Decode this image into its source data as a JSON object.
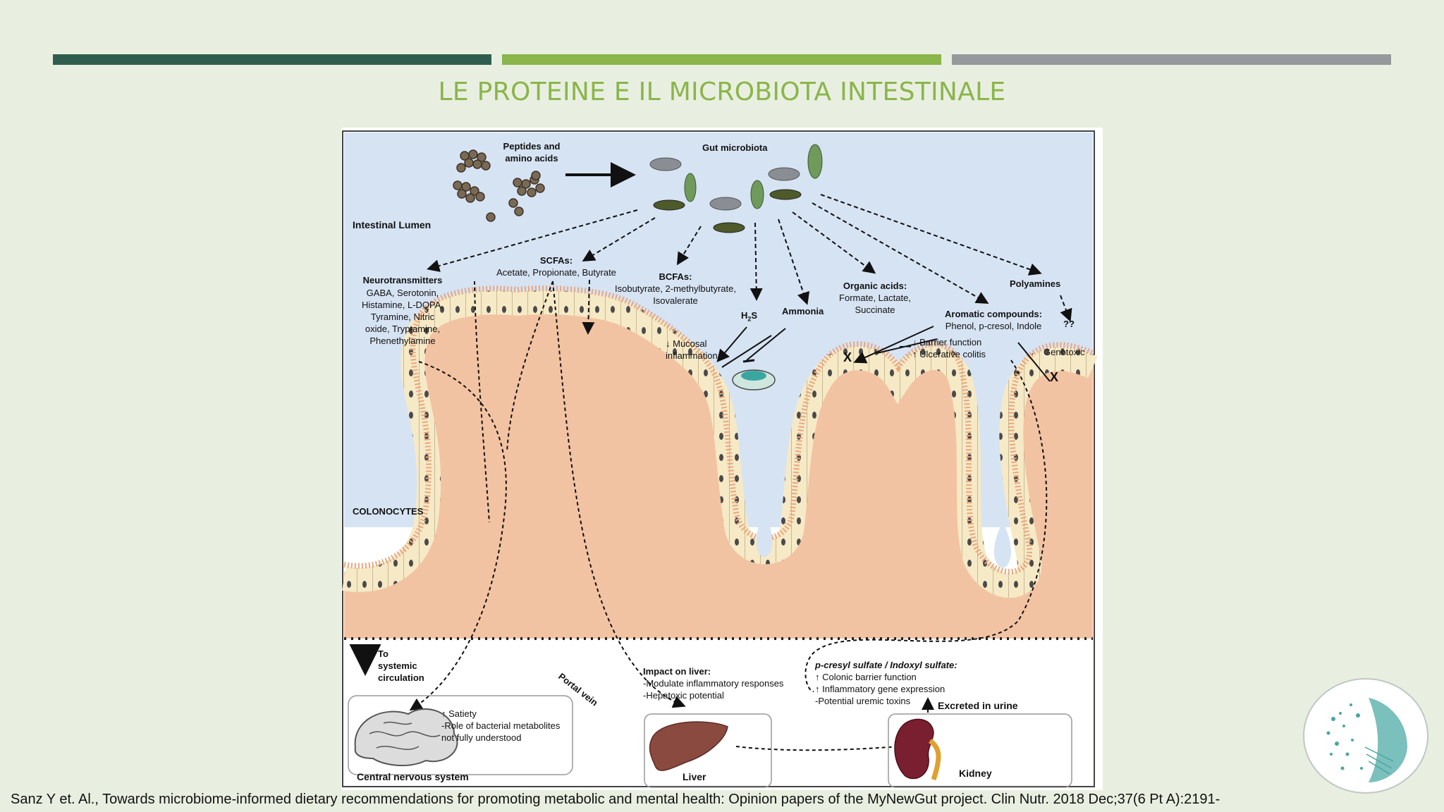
{
  "slide": {
    "title": "LE PROTEINE E IL MICROBIOTA INTESTINALE",
    "citation": "Sanz Y et. Al., Towards microbiome-informed dietary recommendations for promoting metabolic and mental health: Opinion papers of the MyNewGut project. Clin Nutr. 2018 Dec;37(6 Pt A):2191-",
    "accent_colors": {
      "dark_green": "#2f5e4e",
      "light_green": "#8ab54a",
      "grey": "#96999c"
    }
  },
  "figure": {
    "peptides_label": "Peptides and\namino acids",
    "gut_microbiota": "Gut microbiota",
    "intestinal_lumen": "Intestinal Lumen",
    "colonocytes": "COLONOCYTES",
    "neurotransmitters": {
      "title": "Neurotransmitters",
      "items": "GABA, Serotonin,\nHistamine, L-DOPA,\nTyramine, Nitric\noxide, Tryptamine,\nPhenethylamine"
    },
    "scfas": {
      "title": "SCFAs:",
      "items": "Acetate, Propionate, Butyrate"
    },
    "bcfas": {
      "title": "BCFAs:",
      "items": "Isobutyrate, 2-methylbutyrate,\nIsovalerate"
    },
    "h2s": {
      "main": "H",
      "sub": "2",
      "tail": "S"
    },
    "ammonia": "Ammonia",
    "organic_acids": {
      "title": "Organic acids:",
      "items": "Formate, Lactate,\nSuccinate"
    },
    "polyamines": "Polyamines",
    "aromatic": {
      "title": "Aromatic compounds:",
      "items": "Phenol, p-cresol, Indole"
    },
    "question_marks": "??",
    "mucosal": "↓ Mucosal\ninflammation",
    "barrier": "↓ Barrier function\n↑ Ulcerative colitis",
    "genotoxic": "Genotoxic",
    "to_systemic": "To\nsystemic\ncirculation",
    "portal_vein": "Portal vein",
    "impact_liver": {
      "title": "Impact on liver:",
      "items": "-Modulate inflammatory responses\n-Hepatoxic potential"
    },
    "pcresyl": {
      "title": "p-cresyl sulfate / Indoxyl sulfate:",
      "items": "↑ Colonic barrier function\n↑ Inflammatory gene expression\n-Potential uremic toxins"
    },
    "excreted": "Excreted in urine",
    "satiety": "↑ Satiety\n-Role of bacterial metabolites\nnot fully understood",
    "cns": "Central nervous system",
    "liver": "Liver",
    "kidney": "Kidney",
    "x_mark": "X",
    "block_mark": "—"
  }
}
